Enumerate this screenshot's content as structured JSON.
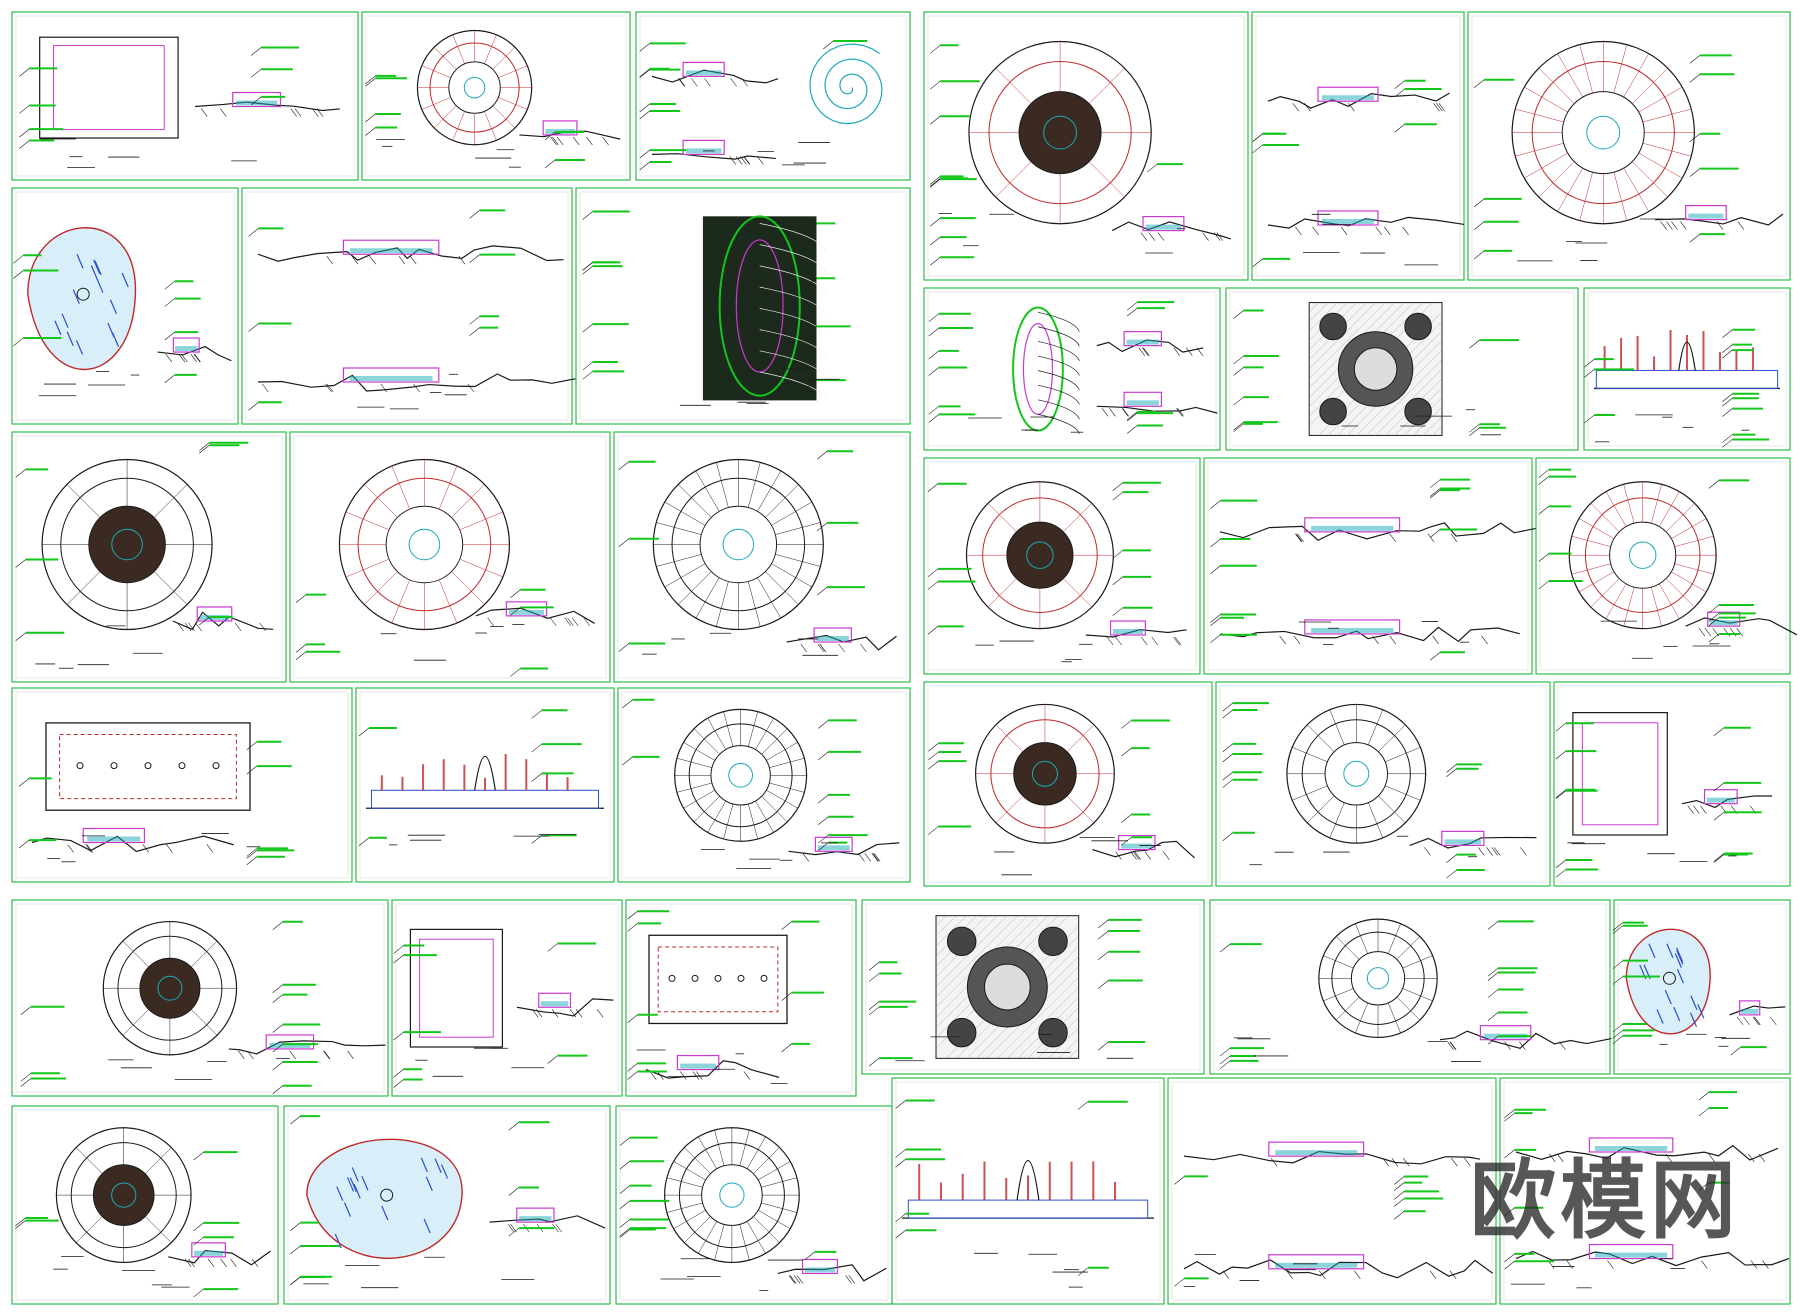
{
  "watermark": "欧模网",
  "colors": {
    "frame": "#2fbf4a",
    "line": "#1a1a1a",
    "green": "#12c61a",
    "red": "#c0282a",
    "magenta": "#c93ad0",
    "blue": "#2a4fd0",
    "cyan": "#1aa9b8",
    "dark": "#0f3b17"
  },
  "sheets": [
    {
      "id": "s01",
      "kind": "plan-square"
    },
    {
      "id": "s02",
      "kind": "plan-circle"
    },
    {
      "id": "s03",
      "kind": "section-spiral"
    },
    {
      "id": "s04",
      "kind": "plan-circle"
    },
    {
      "id": "s05",
      "kind": "section"
    },
    {
      "id": "s06",
      "kind": "plan-circle"
    },
    {
      "id": "s07",
      "kind": "plan-free"
    },
    {
      "id": "s08",
      "kind": "section"
    },
    {
      "id": "s09",
      "kind": "plan-leaf-dark"
    },
    {
      "id": "s10",
      "kind": "plan-leaf"
    },
    {
      "id": "s11",
      "kind": "plan-square-pattern"
    },
    {
      "id": "s12",
      "kind": "elevation"
    },
    {
      "id": "s13",
      "kind": "plan-circle"
    },
    {
      "id": "s14",
      "kind": "plan-circle"
    },
    {
      "id": "s15",
      "kind": "plan-circle"
    },
    {
      "id": "s16",
      "kind": "plan-circle"
    },
    {
      "id": "s17",
      "kind": "section"
    },
    {
      "id": "s18",
      "kind": "plan-circle"
    },
    {
      "id": "s19",
      "kind": "plan-rect"
    },
    {
      "id": "s20",
      "kind": "elevation"
    },
    {
      "id": "s21",
      "kind": "plan-circle"
    },
    {
      "id": "s22",
      "kind": "plan-circle"
    },
    {
      "id": "s23",
      "kind": "plan-circle"
    },
    {
      "id": "s24",
      "kind": "plan-square"
    },
    {
      "id": "s25",
      "kind": "plan-circle"
    },
    {
      "id": "s26",
      "kind": "plan-square"
    },
    {
      "id": "s27",
      "kind": "plan-rect"
    },
    {
      "id": "s28",
      "kind": "plan-square-pattern"
    },
    {
      "id": "s29",
      "kind": "plan-circle"
    },
    {
      "id": "s30",
      "kind": "plan-free"
    },
    {
      "id": "s31",
      "kind": "plan-circle"
    },
    {
      "id": "s32",
      "kind": "plan-free"
    },
    {
      "id": "s33",
      "kind": "plan-circle"
    },
    {
      "id": "s34",
      "kind": "elevation"
    },
    {
      "id": "s35",
      "kind": "section"
    },
    {
      "id": "s36",
      "kind": "section"
    },
    {
      "id": "s37",
      "kind": "section"
    },
    {
      "id": "s38",
      "kind": "plan-free"
    }
  ]
}
